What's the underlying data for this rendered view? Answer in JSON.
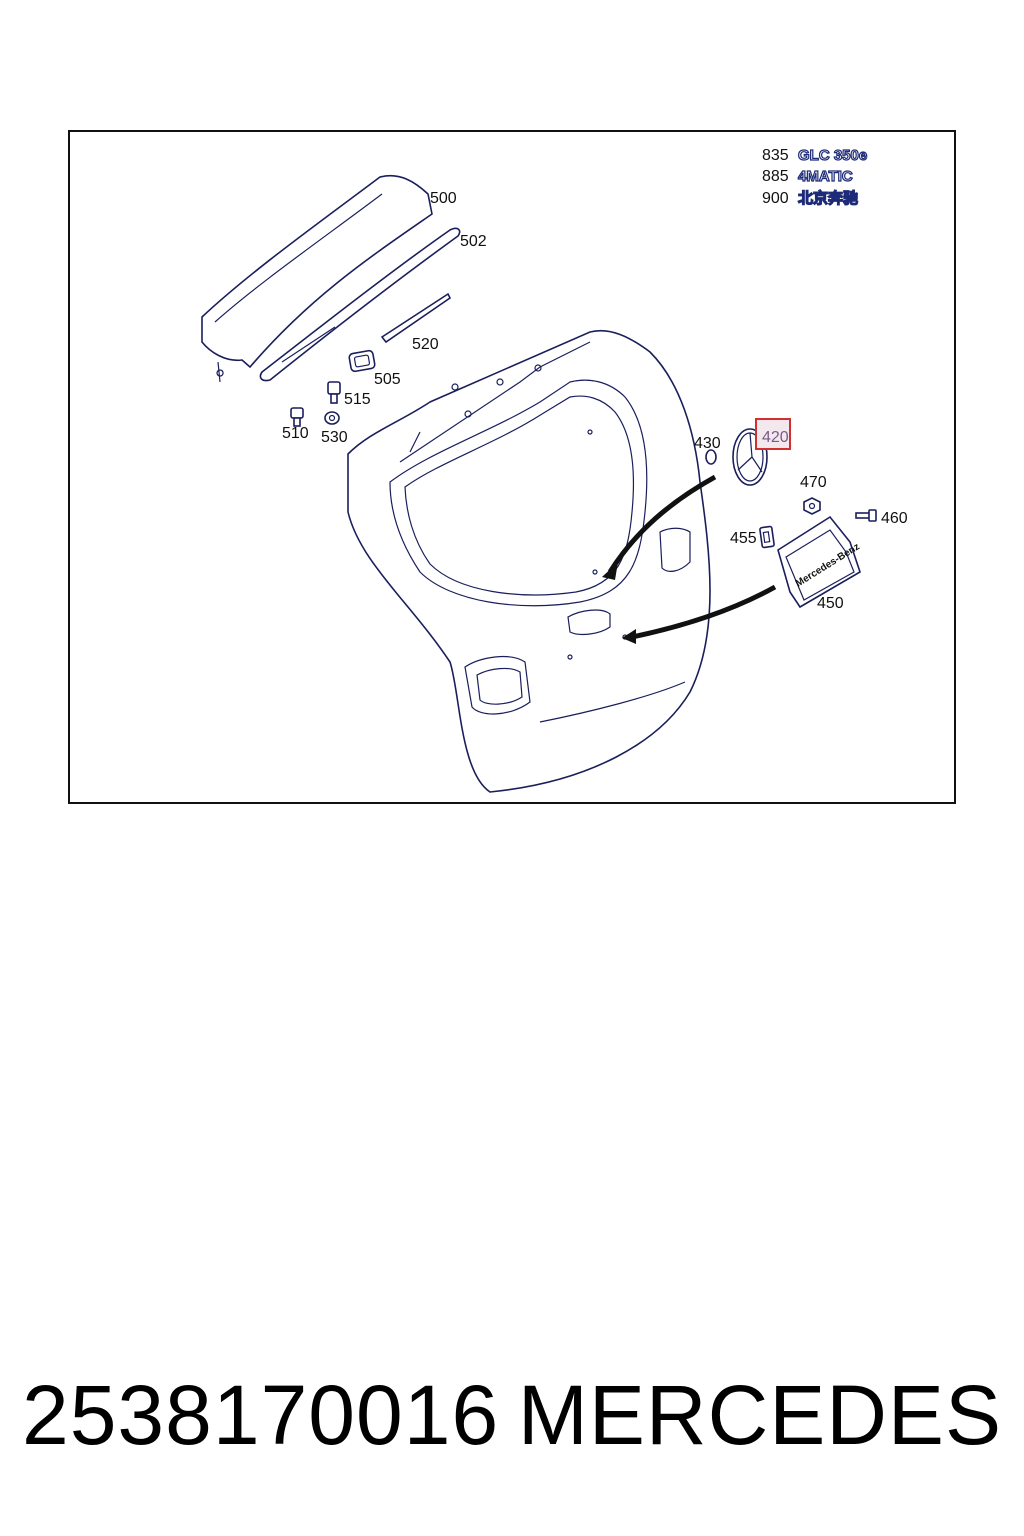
{
  "callouts": {
    "c500": "500",
    "c502": "502",
    "c505": "505",
    "c510": "510",
    "c515": "515",
    "c520": "520",
    "c530": "530",
    "c430": "430",
    "c420": "420",
    "c470": "470",
    "c455": "455",
    "c460": "460",
    "c450": "450"
  },
  "legend": [
    {
      "code": "835",
      "badge": "GLC 350e"
    },
    {
      "code": "885",
      "badge": "4MATIC"
    },
    {
      "code": "900",
      "badge": "北京奔驰"
    }
  ],
  "plate_text": "Mercedes-Benz",
  "highlighted_callout": "420",
  "colors": {
    "line": "#1a1f5c",
    "highlight": "#d32f2f",
    "highlight_fill": "#f3e8ee"
  },
  "footer": {
    "part_number": "2538170016",
    "brand": "MERCEDES"
  }
}
